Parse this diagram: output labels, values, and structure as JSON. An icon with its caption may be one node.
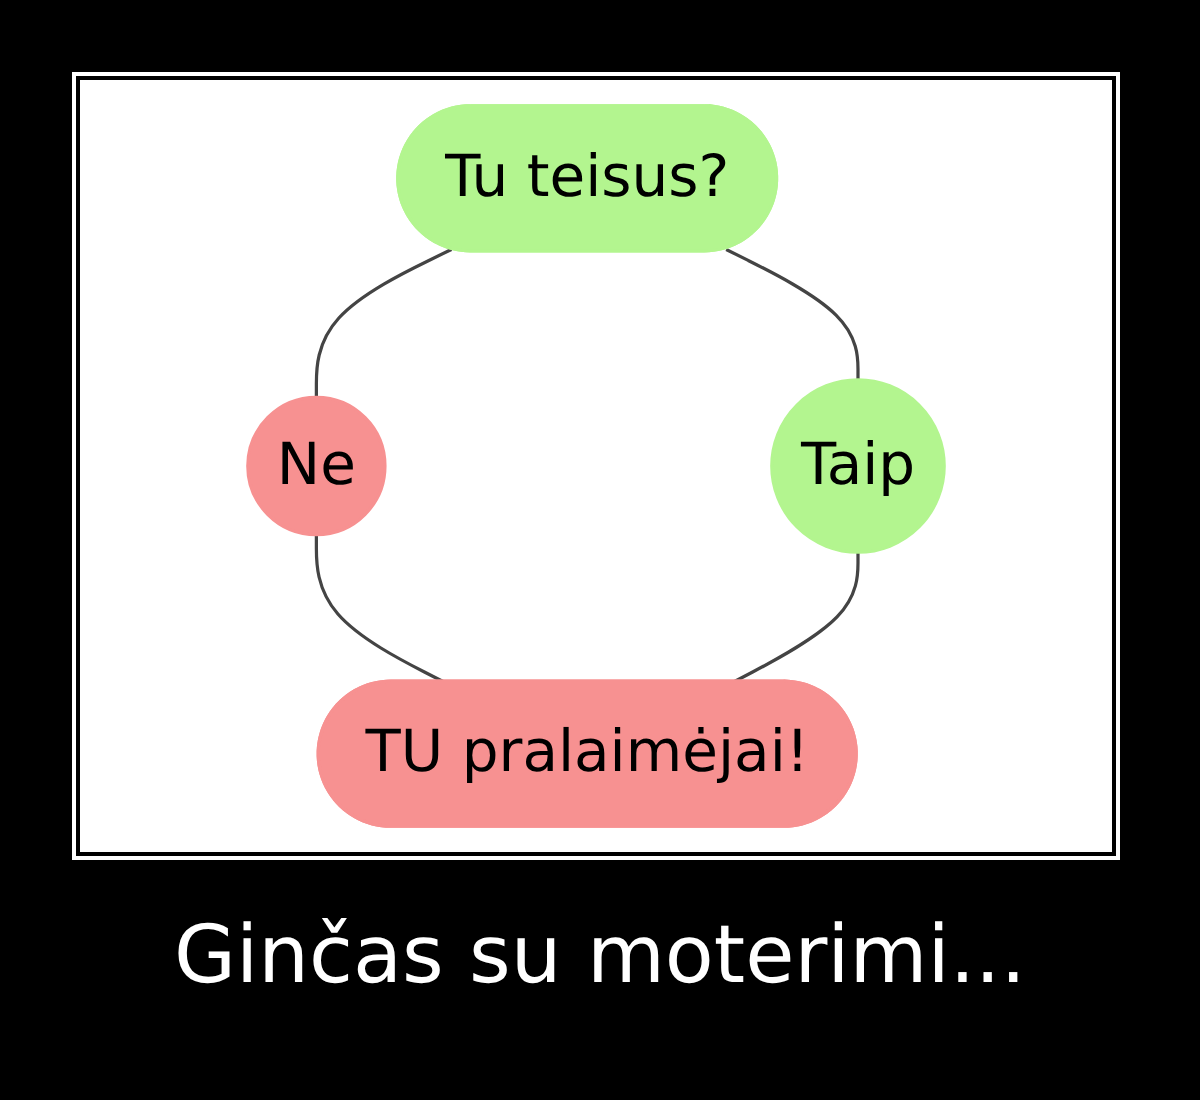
{
  "diagram": {
    "caption": "Ginčas su moterimi...",
    "nodes": [
      {
        "text": [
          "Tu teisus?"
        ]
      },
      {
        "text": [
          "Ne"
        ]
      },
      {
        "text": [
          "Taip"
        ]
      },
      {
        "text": [
          "TU pralaimėjai!"
        ]
      }
    ],
    "edges": [
      {
        "from": 0,
        "to": 1,
        "arrow": "none"
      },
      {
        "from": 0,
        "to": 2,
        "arrow": "none"
      },
      {
        "from": 1,
        "to": 3,
        "arrow": "none"
      },
      {
        "from": 2,
        "to": 3,
        "arrow": "none"
      }
    ]
  }
}
